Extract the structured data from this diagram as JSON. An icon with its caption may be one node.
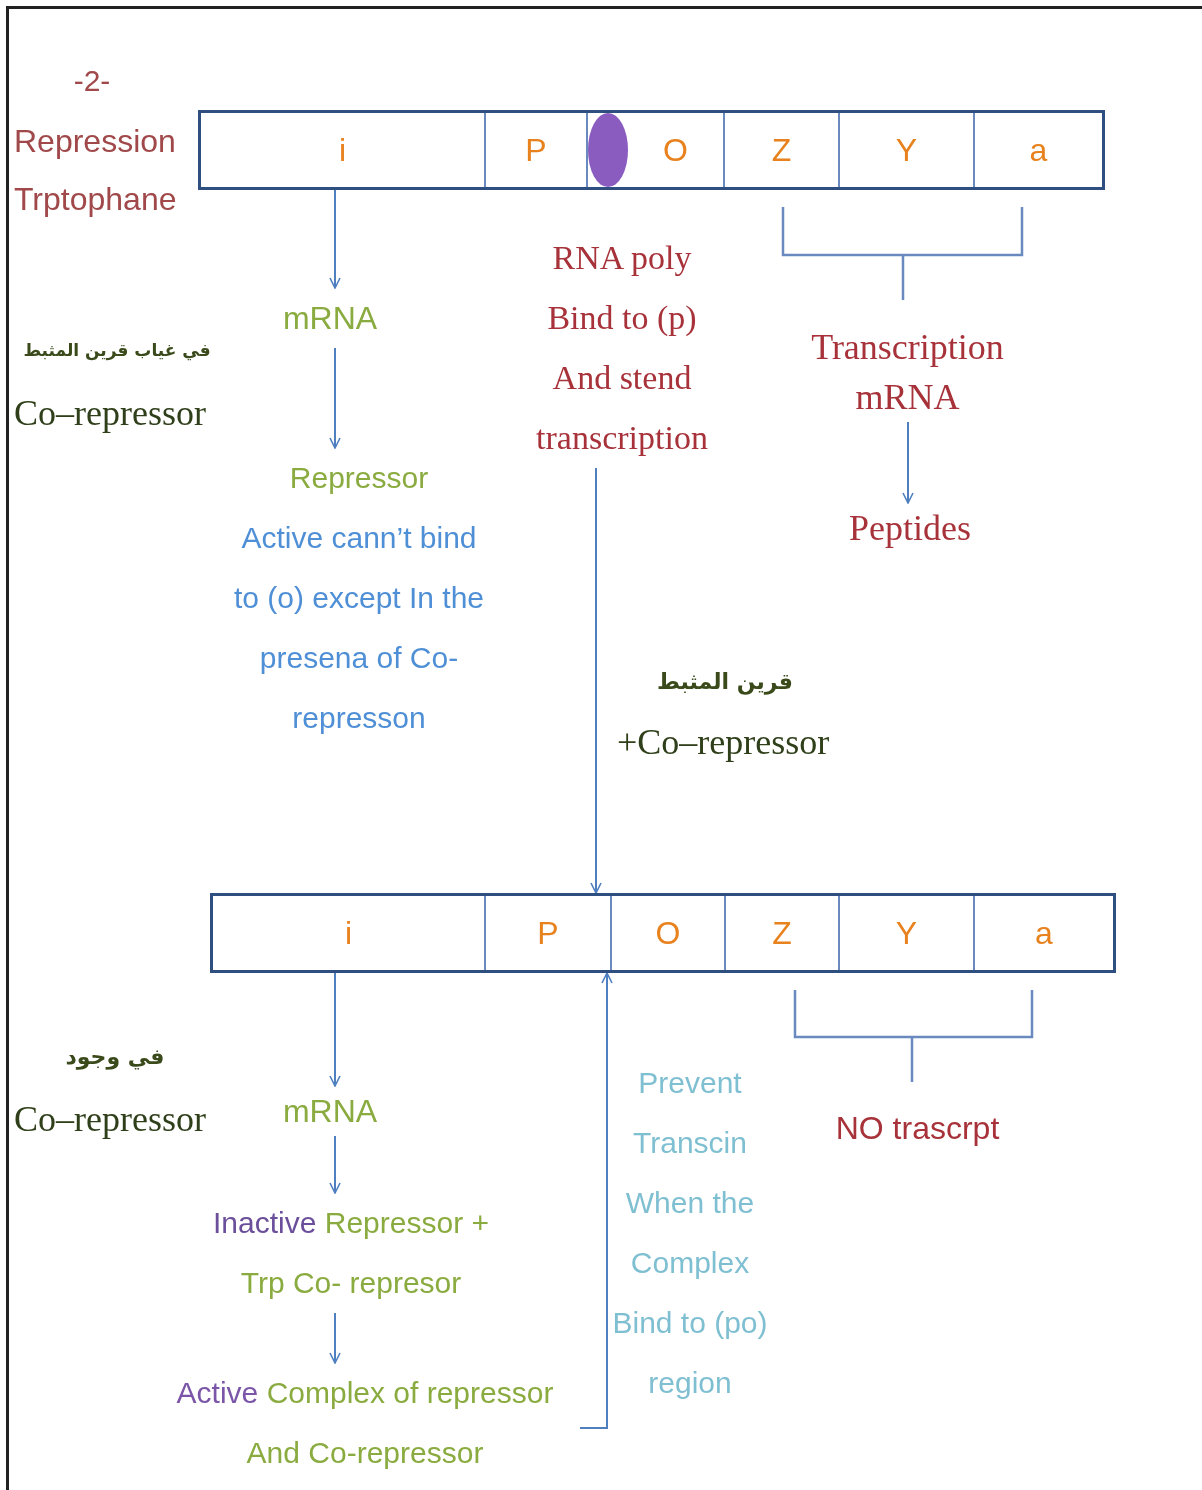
{
  "diagram": {
    "nodes": [
      {
        "text": [],
        "shape": "bar"
      },
      {
        "text": [
          "i"
        ],
        "in": 0
      },
      {
        "text": [
          "P"
        ],
        "in": 0
      },
      {
        "text": [],
        "shape": "circle",
        "in": 0
      },
      {
        "text": [
          "O"
        ],
        "in": 0
      },
      {
        "text": [
          "Z"
        ],
        "in": 0
      },
      {
        "text": [
          "Y"
        ],
        "in": 0
      },
      {
        "text": [
          "a"
        ],
        "in": 0
      },
      {
        "text": [
          "mRNA"
        ]
      },
      {
        "text": [
          "Repressor",
          "Active cann’t bind to (o) except In the presena of Co- represson"
        ]
      },
      {
        "text": [
          "RNA poly Bind to (p) And stend transcription"
        ]
      },
      {
        "text": [
          "Transcription mRNA"
        ]
      },
      {
        "text": [
          "Peptides"
        ]
      },
      {
        "text": [],
        "shape": "bar"
      },
      {
        "text": [
          "i"
        ],
        "in": 13
      },
      {
        "text": [
          "P"
        ],
        "in": 13
      },
      {
        "text": [
          "O"
        ],
        "in": 13
      },
      {
        "text": [
          "Z"
        ],
        "in": 13
      },
      {
        "text": [
          "Y"
        ],
        "in": 13
      },
      {
        "text": [
          "a"
        ],
        "in": 13
      },
      {
        "text": [
          "mRNA"
        ]
      },
      {
        "text": [
          "**Inactive** Repressor + Trp Co- represor"
        ]
      },
      {
        "text": [
          "**Active** Complex of repressor And Co-repressor"
        ]
      },
      {
        "text": [
          "Prevent Transcin When the Complex Bind to (po) region"
        ]
      },
      {
        "text": [
          "NO trascrpt"
        ]
      }
    ],
    "edges": [
      {
        "from": 1,
        "to": 8,
        "arrow": "to"
      },
      {
        "from": 8,
        "to": 9,
        "arrow": "to"
      },
      {
        "from": 10,
        "to": 13,
        "arrow": "to"
      },
      {
        "from": 11,
        "to": 12,
        "arrow": "to"
      },
      {
        "from": 14,
        "to": 20,
        "arrow": "to"
      },
      {
        "from": 20,
        "to": 21,
        "arrow": "to"
      },
      {
        "from": 21,
        "to": 22,
        "arrow": "to"
      },
      {
        "from": 22,
        "to": 13,
        "arrow": "to"
      }
    ],
    "labels": [
      "-2-",
      "Repression Trptophane",
      "في غياب قرين المثبط",
      "Co–repressor",
      "قرين المثبط",
      "+Co–repressor",
      "في وجود",
      "Co–repressor"
    ]
  }
}
